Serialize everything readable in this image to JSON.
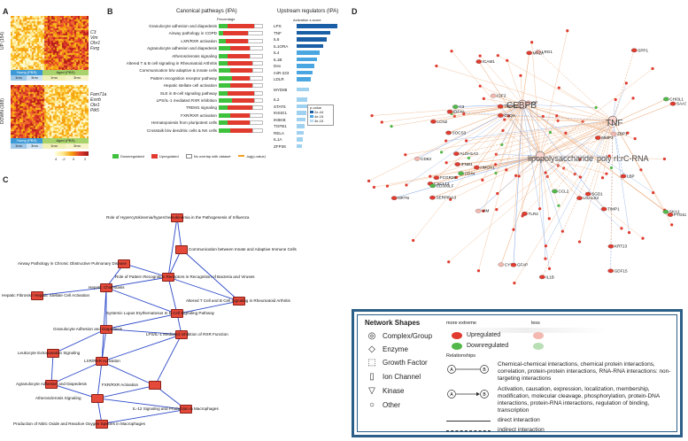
{
  "panels": {
    "a": "A",
    "b": "B",
    "c": "C",
    "d": "D"
  },
  "panel_a": {
    "up_label": "UP (154)",
    "down_label": "DOWN (188)",
    "up_genes": [
      "C3",
      "Vim",
      "Ohr1",
      "Fxrg"
    ],
    "down_genes": [
      "Fam71a",
      "Esrrb",
      "Otx1",
      "Pik5"
    ],
    "group_young": "Young (PBS)",
    "group_aged": "Aged (PBS)",
    "ages": [
      "1mo",
      "3mo",
      "1mo",
      "3mo"
    ],
    "scale_ticks": [
      "4",
      "-2",
      "0",
      "2"
    ]
  },
  "panel_b": {
    "title_pathways": "Canonical pathways (IPA)",
    "title_regulators": "Upstream regulators (IPA)",
    "percentage_label": "Percentage",
    "activation_label": "Activation z-score",
    "pathways": [
      {
        "name": "Granulocyte adhesion and diapedesis",
        "green": 0.2,
        "red": 0.6
      },
      {
        "name": "Airway pathology in COPD",
        "green": 0.1,
        "red": 0.55
      },
      {
        "name": "LXR/RXR activation",
        "green": 0.15,
        "red": 0.5
      },
      {
        "name": "Agranulocyte adhesion and diapedesis",
        "green": 0.25,
        "red": 0.45
      },
      {
        "name": "Atherosclerosis signaling",
        "green": 0.2,
        "red": 0.5
      },
      {
        "name": "Altered T & B cell signaling in Rheumatoid Arthritis",
        "green": 0.2,
        "red": 0.55
      },
      {
        "name": "Communication b/w adaptive & innate cells",
        "green": 0.25,
        "red": 0.5
      },
      {
        "name": "Pattern recognition receptor pathway",
        "green": 0.3,
        "red": 0.4
      },
      {
        "name": "Hepatic stellate cell activation",
        "green": 0.25,
        "red": 0.5
      },
      {
        "name": "SLE in B-cell signaling pathway",
        "green": 0.2,
        "red": 0.6
      },
      {
        "name": "LPS/IL-1 mediated RXR inhibition",
        "green": 0.3,
        "red": 0.5
      },
      {
        "name": "TREM1 signaling",
        "green": 0.2,
        "red": 0.55
      },
      {
        "name": "FXR/RXR activation",
        "green": 0.25,
        "red": 0.45
      },
      {
        "name": "Hematopoiesis from pluripotent cells",
        "green": 0.2,
        "red": 0.5
      },
      {
        "name": "Crosstalk b/w dendritic cells & NK cells",
        "green": 0.25,
        "red": 0.5
      }
    ],
    "legend": [
      "Downregulated",
      "Upregulated",
      "No overlap with dataset",
      "-log(p-value)"
    ],
    "regulators": [
      {
        "name": "LPS",
        "z": 0.95
      },
      {
        "name": "TNF",
        "z": 0.8
      },
      {
        "name": "IL6",
        "z": 0.7
      },
      {
        "name": "IL1ORA",
        "z": 0.62
      },
      {
        "name": "IL4",
        "z": 0.55
      },
      {
        "name": "IL1B",
        "z": 0.48
      },
      {
        "name": "Dex",
        "z": 0.42
      },
      {
        "name": "miR-223",
        "z": 0.38
      },
      {
        "name": "LDLR",
        "z": 0.33
      },
      {
        "name": "MYD88",
        "z": 0.3
      },
      {
        "name": "IL2",
        "z": 0.26
      },
      {
        "name": "STAT6",
        "z": 0.24
      },
      {
        "name": "INSIG1",
        "z": 0.22
      },
      {
        "name": "IKBKB",
        "z": 0.2
      },
      {
        "name": "TGFB1",
        "z": 0.18
      },
      {
        "name": "RELA",
        "z": 0.16
      },
      {
        "name": "IL1A",
        "z": 0.14
      },
      {
        "name": "ZFP36",
        "z": 0.12
      }
    ],
    "pvalue_legend": {
      "title": "p-value",
      "items": [
        "2e-44",
        "4e-15",
        "3e-15"
      ]
    }
  },
  "panel_c": {
    "nodes": [
      "Role of Hypercytokinemia/hyperchemokinemia in the Pathogenesis of Influenza",
      "Communication between Innate and Adaptive Immune Cells",
      "Airway Pathology in Chronic Obstructive Pulmonary Disease",
      "Role of Pattern Recognition Receptors in Recognition of Bacteria and Viruses",
      "Hepatic Cholestasis",
      "Altered T Cell and B Cell Signaling in Rheumatoid Arthritis",
      "Systemic Lupus Erythematosus In B Cell Signaling Pathway",
      "Hepatic Fibrosis / Hepatic Stellate Cell Activation",
      "Granulocyte Adhesion and Diapedesis",
      "LPS/IL-1 Mediated Inhibition of RXR Function",
      "Leukocyte Extravasation Signaling",
      "LXR/RXR Activation",
      "Agranulocyte Adhesion and Diapedesis",
      "FXR/RXR Activation",
      "Atherosclerosis Signaling",
      "IL-12 Signaling and Production in Macrophages",
      "Production of Nitric Oxide and Reactive Oxygen Species in Macrophages"
    ]
  },
  "panel_d": {
    "hubs": [
      "CEBPB",
      "TNF",
      "lipopolysaccharide",
      "poly rI:rC-RNA"
    ],
    "genes": [
      "CD63",
      "SGD1",
      "CXCL13",
      "SKA1",
      "EIF4A",
      "CYTB",
      "C1QA",
      "ALDH1A3",
      "TREM2",
      "LCN2",
      "CCL2",
      "SAA3",
      "TIMP1",
      "MMP3",
      "SERPINA3",
      "IGF2",
      "GDF15",
      "CD44",
      "SOCS3",
      "KRT23",
      "VIM",
      "PTGS2",
      "IL1B",
      "IFNB1",
      "C3",
      "LRG1",
      "LGALS3",
      "HMOX1",
      "LBP",
      "ICAM1",
      "ZBP1",
      "CD300LF",
      "NRTN",
      "FCGR2B",
      "TLR2",
      "CP",
      "GFAP",
      "SPP1",
      "CHI3L1",
      "MT2A"
    ]
  },
  "legend": {
    "title": "Network Shapes",
    "shapes": [
      "Complex/Group",
      "Enzyme",
      "Growth Factor",
      "Ion Channel",
      "Kinase",
      "Other"
    ],
    "more_extreme": "more extreme",
    "less": "less",
    "upregulated": "Upregulated",
    "downregulated": "Downregulated",
    "relationships": "Relationships",
    "rel1": "Chemical-chemical interactions, chemical protein interactions, correlation, protein-protein interactions, RNA-RNA interactions: non-targeting interactions",
    "rel2": "Activation, causation, expression, localization, membership, modification, molecular cleavage, phosphorylation, protein-DNA interactions, protein-RNA interactions, regulation of binding, transcription",
    "direct": "direct interaction",
    "indirect": "indirect interaction",
    "node_a": "A",
    "node_b": "B",
    "colors": {
      "up": "#e03b2e",
      "up_light": "#f3b8b0",
      "down": "#52b84a",
      "down_light": "#b9dfb4"
    }
  }
}
